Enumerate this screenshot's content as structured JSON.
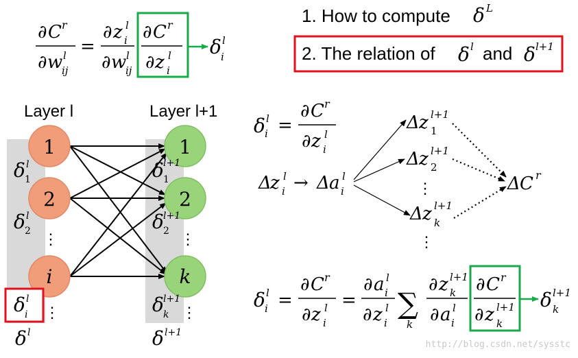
{
  "title_items": {
    "item1_prefix": "1. How to compute",
    "item2_prefix": "2. The relation of",
    "item2_and": "and"
  },
  "layers": {
    "left_label": "Layer l",
    "right_label": "Layer l+1",
    "left_nodes": [
      "1",
      "2",
      "i"
    ],
    "right_nodes": [
      "1",
      "2",
      "k"
    ],
    "left_deltas": [
      "1",
      "2",
      "i"
    ],
    "right_deltas": [
      "1",
      "2",
      "k"
    ]
  },
  "symbols": {
    "delta": "δ",
    "C": "C",
    "r": "r",
    "l": "l",
    "l_plus_1": "l+1",
    "L": "L",
    "partial": "∂",
    "Delta": "Δ",
    "sum": "∑",
    "k": "k",
    "i": "i",
    "ij": "ij",
    "w": "w",
    "z": "z",
    "a": "a",
    "vdots": "⋮",
    "arrow": "→",
    "eq": "="
  },
  "watermark": "http://blog.csdn.net/sysstc",
  "colors": {
    "green_box": "#1aaa4a",
    "red_box": "#e0101e",
    "node_orange": "#f19d7a",
    "node_green": "#99d47a",
    "gray_band": "#d9d9d9"
  }
}
